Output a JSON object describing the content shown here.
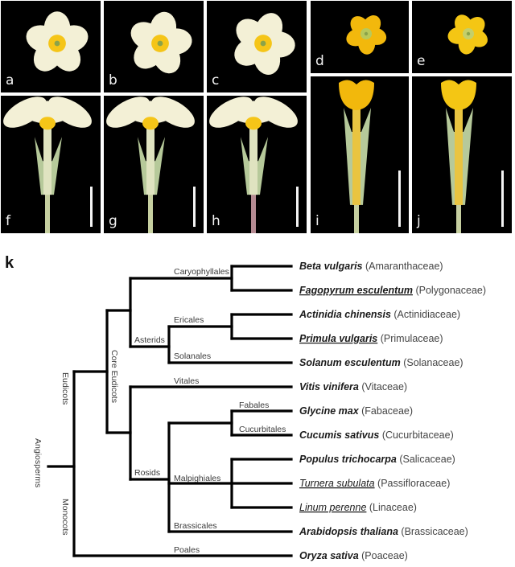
{
  "figure": {
    "panel_label_k": "k",
    "photos": [
      {
        "id": "a",
        "label": "a",
        "view": "top",
        "flower_color": "#f3f0d6",
        "eye_color": "#f5c518",
        "scalebar": false
      },
      {
        "id": "b",
        "label": "b",
        "view": "top",
        "flower_color": "#f3f0d6",
        "eye_color": "#f5c518",
        "scalebar": false
      },
      {
        "id": "c",
        "label": "c",
        "view": "top",
        "flower_color": "#f3f0d6",
        "eye_color": "#f5c518",
        "scalebar": false
      },
      {
        "id": "d",
        "label": "d",
        "view": "top",
        "flower_color": "#f2b80c",
        "eye_color": "#b9c95a",
        "scalebar": false
      },
      {
        "id": "e",
        "label": "e",
        "view": "top",
        "flower_color": "#f4c614",
        "eye_color": "#c4cf6a",
        "scalebar": false
      },
      {
        "id": "f",
        "label": "f",
        "view": "side",
        "flower_color": "#f3f0d6",
        "eye_color": "#f5c518",
        "scalebar": true
      },
      {
        "id": "g",
        "label": "g",
        "view": "side",
        "flower_color": "#f3f0d6",
        "eye_color": "#f5c518",
        "scalebar": true
      },
      {
        "id": "h",
        "label": "h",
        "view": "side",
        "flower_color": "#f3f0d6",
        "eye_color": "#f5c518",
        "scalebar": true
      },
      {
        "id": "i",
        "label": "i",
        "view": "side",
        "flower_color": "#f2b80c",
        "eye_color": "#f2b80c",
        "scalebar": true
      },
      {
        "id": "j",
        "label": "j",
        "view": "side",
        "flower_color": "#f4c614",
        "eye_color": "#f4c614",
        "scalebar": true
      }
    ]
  },
  "tree": {
    "taxa": [
      {
        "species": "Beta vulgaris",
        "family": "(Amaranthaceae)",
        "underline": false,
        "bold": true
      },
      {
        "species": "Fagopyrum esculentum",
        "family": "(Polygonaceae)",
        "underline": true,
        "bold": true
      },
      {
        "species": "Actinidia chinensis",
        "family": "(Actinidiaceae)",
        "underline": false,
        "bold": true
      },
      {
        "species": "Primula vulgaris",
        "family": "(Primulaceae)",
        "underline": true,
        "bold": true
      },
      {
        "species": "Solanum esculentum",
        "family": "(Solanaceae)",
        "underline": false,
        "bold": true
      },
      {
        "species": "Vitis vinifera",
        "family": "(Vitaceae)",
        "underline": false,
        "bold": true
      },
      {
        "species": "Glycine max",
        "family": "(Fabaceae)",
        "underline": false,
        "bold": true
      },
      {
        "species": "Cucumis sativus",
        "family": "(Cucurbitaceae)",
        "underline": false,
        "bold": true
      },
      {
        "species": "Populus trichocarpa",
        "family": "(Salicaceae)",
        "underline": false,
        "bold": true
      },
      {
        "species": "Turnera subulata",
        "family": "(Passifloraceae)",
        "underline": true,
        "bold": false
      },
      {
        "species": "Linum perenne",
        "family": "(Linaceae)",
        "underline": true,
        "bold": false
      },
      {
        "species": "Arabidopsis thaliana",
        "family": "(Brassicaceae)",
        "underline": false,
        "bold": true
      },
      {
        "species": "Oryza sativa",
        "family": "(Poaceae)",
        "underline": false,
        "bold": true
      }
    ],
    "clades": {
      "caryophyllales": "Caryophyllales",
      "ericales": "Ericales",
      "asterids": "Asterids",
      "solanales": "Solanales",
      "vitales": "Vitales",
      "fabales": "Fabales",
      "cucurbitales": "Cucurbitales",
      "rosids": "Rosids",
      "malpighiales": "Malpighiales",
      "brassicales": "Brassicales",
      "poales": "Poales",
      "core_eudicots": "Core Eudicots",
      "eudicots": "Eudicots",
      "monocots": "Monocots",
      "angiosperms": "Angiosperms"
    }
  }
}
